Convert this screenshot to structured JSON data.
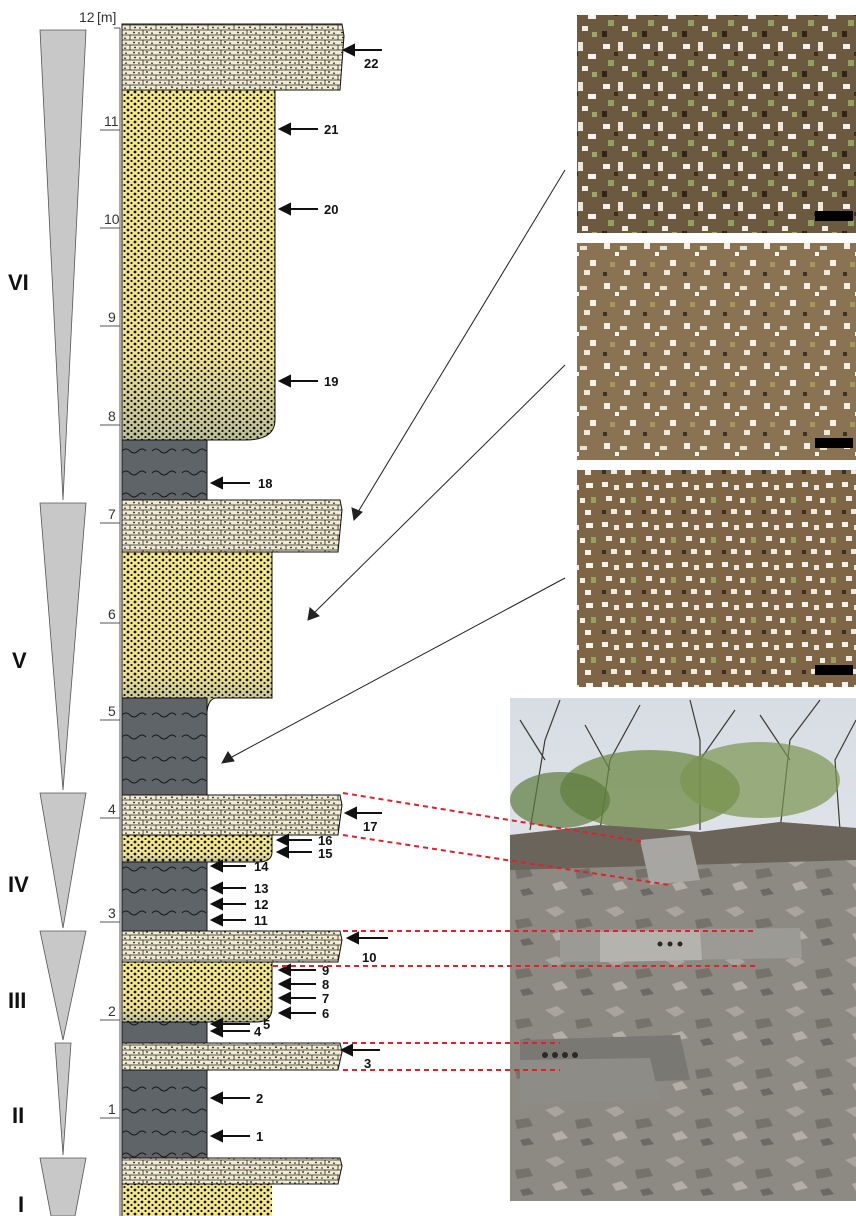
{
  "axis": {
    "top_label": "12",
    "unit": "[m]",
    "ticks": [
      "1",
      "2",
      "3",
      "4",
      "5",
      "6",
      "7",
      "8",
      "9",
      "10",
      "11"
    ]
  },
  "cycles": [
    "VI",
    "V",
    "IV",
    "III",
    "II",
    "I"
  ],
  "samples": [
    "1",
    "2",
    "3",
    "4",
    "5",
    "6",
    "7",
    "8",
    "9",
    "10",
    "11",
    "12",
    "13",
    "14",
    "15",
    "16",
    "17",
    "18",
    "19",
    "20",
    "21",
    "22"
  ],
  "colors": {
    "sandstone": "#f4e98a",
    "sandstone_base": "#c9c59a",
    "shale": "#5f6468",
    "limestone": "#f1ecd2",
    "correlation_line": "#e0202a",
    "triangle": "#c8c8c8"
  },
  "micrographs": [
    "micrograph-upper",
    "micrograph-middle",
    "micrograph-lower"
  ],
  "photo": "outcrop-photograph"
}
